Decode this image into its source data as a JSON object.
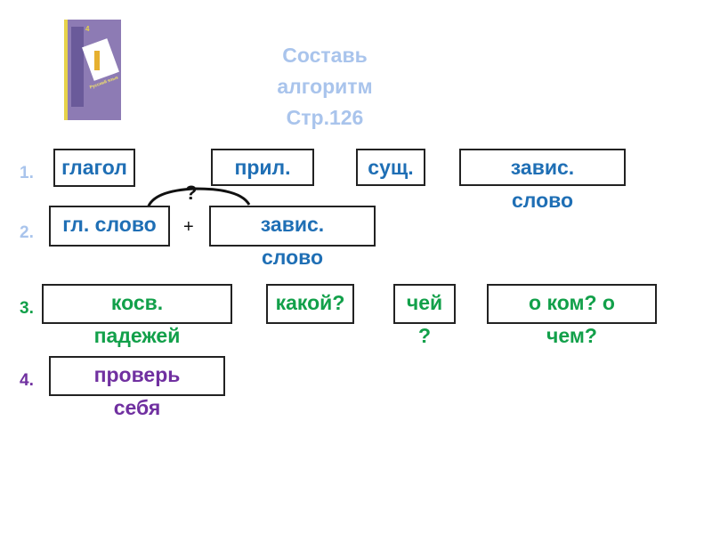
{
  "colors": {
    "blue": "#1f6fb5",
    "green": "#12a04a",
    "purple": "#7030a0",
    "title": "#a9c4ec"
  },
  "title": {
    "line1": "Составь",
    "line2": "алгоритм",
    "line3": "Стр.126"
  },
  "cover": {
    "text": "Русский язык",
    "grade": "4"
  },
  "rows": {
    "r1": {
      "num": "1.",
      "b1": "глагол",
      "b2": "прил.",
      "b3": "сущ.",
      "b4": "завис. слово"
    },
    "r2": {
      "num": "2.",
      "b1": "гл. слово",
      "plus": "+",
      "question": "?",
      "b2": "завис. слово"
    },
    "r3": {
      "num": "3.",
      "b1": "косв. падежей",
      "b2": "какой?",
      "b3": "чей?",
      "b4": "о ком? о чем?"
    },
    "r4": {
      "num": "4.",
      "b1": "проверь себя"
    }
  }
}
